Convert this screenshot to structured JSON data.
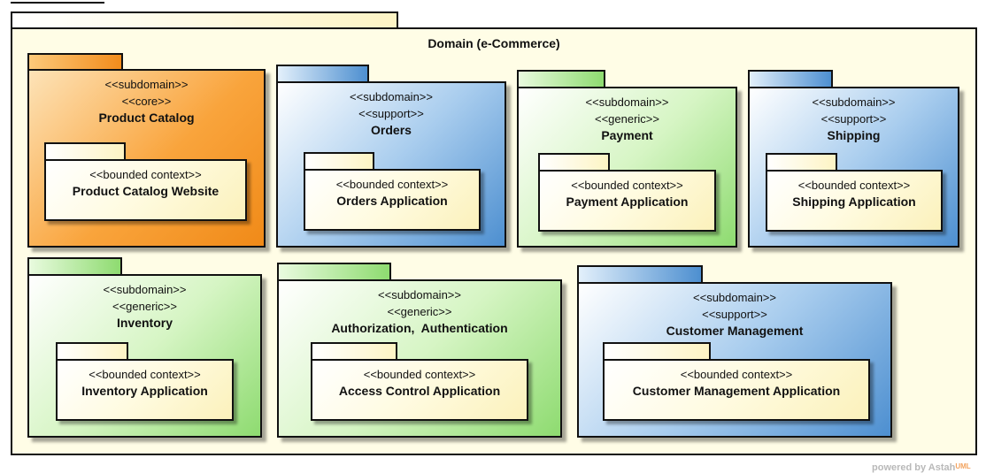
{
  "domain": {
    "title": "Domain (e-Commerce)"
  },
  "subdomains": [
    {
      "stereotype": "<<subdomain>>",
      "kind": "<<core>>",
      "name": "Product Catalog",
      "context": "<<bounded context>>",
      "app": "Product Catalog Website",
      "color": "#f9a43c"
    },
    {
      "stereotype": "<<subdomain>>",
      "kind": "<<support>>",
      "name": "Orders",
      "context": "<<bounded context>>",
      "app": "Orders Application",
      "color": "#4d8fd0"
    },
    {
      "stereotype": "<<subdomain>>",
      "kind": "<<generic>>",
      "name": "Payment",
      "context": "<<bounded context>>",
      "app": "Payment Application",
      "color": "#8edb70"
    },
    {
      "stereotype": "<<subdomain>>",
      "kind": "<<support>>",
      "name": "Shipping",
      "context": "<<bounded context>>",
      "app": "Shipping Application",
      "color": "#4d8fd0"
    },
    {
      "stereotype": "<<subdomain>>",
      "kind": "<<generic>>",
      "name": "Inventory",
      "context": "<<bounded context>>",
      "app": "Inventory Application",
      "color": "#8edb70"
    },
    {
      "stereotype": "<<subdomain>>",
      "kind": "<<generic>>",
      "name": "Authorization,  Authentication",
      "context": "<<bounded context>>",
      "app": "Access Control Application",
      "color": "#8edb70"
    },
    {
      "stereotype": "<<subdomain>>",
      "kind": "<<support>>",
      "name": "Customer Management",
      "context": "<<bounded context>>",
      "app": "Customer Management Application",
      "color": "#4d8fd0"
    }
  ],
  "watermark": {
    "prefix": "powered by Astah",
    "brand": "UML"
  }
}
